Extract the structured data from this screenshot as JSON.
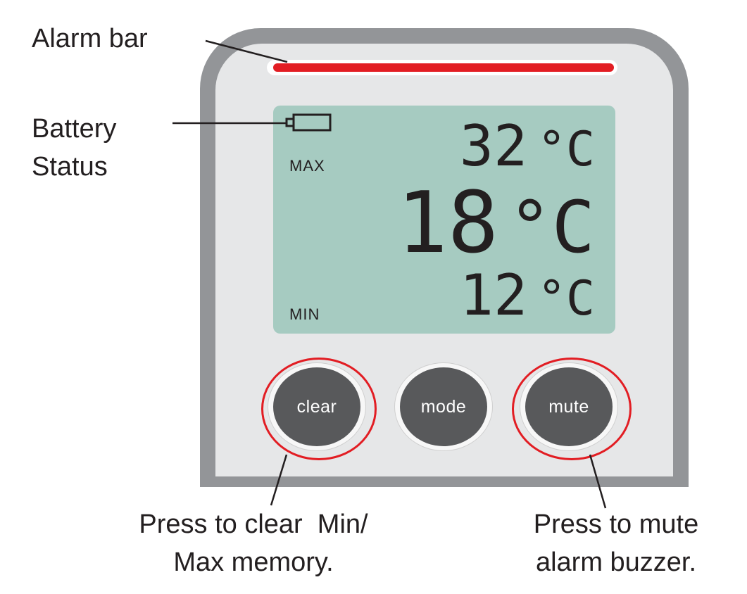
{
  "callouts": {
    "alarm_bar": "Alarm bar",
    "battery_line1": "Battery",
    "battery_line2": "Status",
    "clear_line1": "Press to clear  Min/",
    "clear_line2": "Max memory.",
    "mute_line1": "Press to mute",
    "mute_line2": "alarm buzzer."
  },
  "display": {
    "max_label": "MAX",
    "min_label": "MIN",
    "max_value": "32",
    "current_value": "18",
    "min_value": "12",
    "unit": "°C"
  },
  "buttons": {
    "clear": "clear",
    "mode": "mode",
    "mute": "mute"
  },
  "colors": {
    "alarm_red": "#e21d23",
    "lcd_green": "#a6cbc1",
    "button_gray": "#58595b",
    "case_gray": "#939598"
  },
  "icons": {
    "battery": "battery-icon"
  }
}
